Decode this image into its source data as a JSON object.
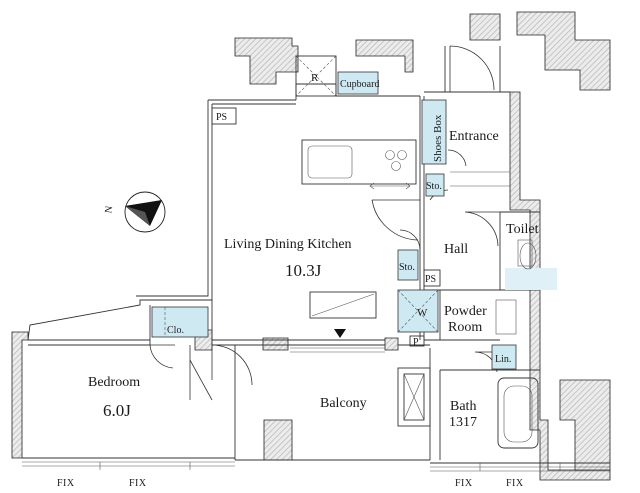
{
  "rooms": {
    "ldk_name": "Living Dining Kitchen",
    "ldk_area": "10.3J",
    "bedroom_name": "Bedroom",
    "bedroom_area": "6.0J",
    "balcony_name": "Balcony",
    "entrance_name": "Entrance",
    "hall_name": "Hall",
    "toilet_name": "Toilet",
    "powder_line1": "Powder",
    "powder_line2": "Room",
    "bath_name": "Bath",
    "bath_size": "1317"
  },
  "storage": {
    "refrigerator": "R",
    "cupboard": "Cupboard",
    "shoes_box": "Shoes Box",
    "sto_upper": "Sto.",
    "sto_lower": "Sto.",
    "closet": "Clo.",
    "washer": "W",
    "linen": "Lin."
  },
  "markers": {
    "ps_left": "PS",
    "ps_mid": "PS",
    "p_mark": "P",
    "north": "N"
  },
  "windows": {
    "fix1": "FIX",
    "fix2": "FIX",
    "fix3": "FIX",
    "fix4": "FIX"
  },
  "colors": {
    "storage_fill": "#cfe9f3",
    "wall_hatch": "#bdbdbd",
    "stroke": "#222222"
  },
  "icons": {
    "compass": "north-arrow-icon",
    "entry": "entry-triangle-icon"
  }
}
